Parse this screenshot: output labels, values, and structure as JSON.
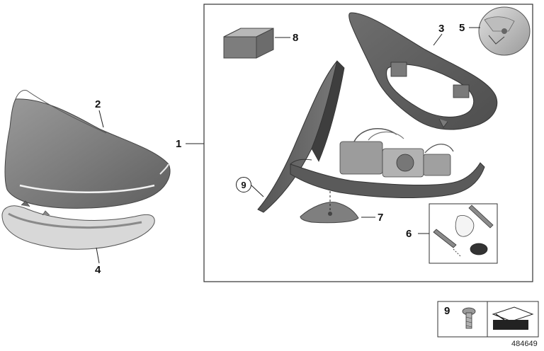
{
  "callouts": {
    "c1": "1",
    "c2": "2",
    "c3": "3",
    "c4": "4",
    "c5": "5",
    "c6": "6",
    "c7": "7",
    "c8": "8",
    "c9_circle": "9",
    "c9_legend": "9"
  },
  "document_number": "484649",
  "colors": {
    "part_dark": "#6b6b6b",
    "part_mid": "#8d8d8d",
    "part_light": "#c9c9c9",
    "line": "#222222",
    "frame": "#333333"
  }
}
